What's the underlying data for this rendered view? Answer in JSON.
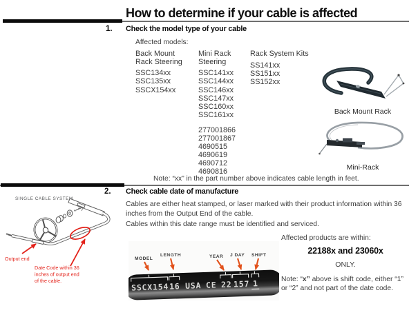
{
  "page": {
    "title": "How to determine if your cable is affected"
  },
  "colors": {
    "annotation_red": "#e32119",
    "arrow_orange": "#e2511b",
    "ink": "#0e0e0e",
    "body_text": "#3d3d3d"
  },
  "section1": {
    "number": "1.",
    "heading": "Check the model type of your cable",
    "intro": "Affected models:",
    "columns": [
      {
        "header1": "Back Mount",
        "header2": "Rack Steering",
        "items": [
          "SSC134xx",
          "SSC135xx",
          "SSCX154xx"
        ]
      },
      {
        "header1": "Mini Rack",
        "header2": "Steering",
        "items": [
          "SSC141xx",
          "SSC144xx",
          "SSC146xx",
          "SSC147xx",
          "SSC160xx",
          "SSC161xx"
        ]
      },
      {
        "header1": "Rack System Kits",
        "header2": "",
        "items": [
          "SS141xx",
          "SS151xx",
          "SS152xx"
        ]
      }
    ],
    "part_numbers": [
      "277001866",
      "277001867",
      "4690515",
      "4690619",
      "4690712",
      "4690816"
    ],
    "photos": [
      {
        "caption": "Back Mount Rack"
      },
      {
        "caption": "Mini-Rack"
      }
    ],
    "note": "Note: “xx” in the part number above indicates cable length in feet."
  },
  "section2": {
    "number": "2.",
    "heading": "Check cable date of manufacture",
    "para1": "Cables are either heat stamped, or laser marked with their product information within 36 inches from the Output End of the cable.",
    "para2": "Cables within this date range must be identified and serviced.",
    "diagram": {
      "title": "SINGLE CABLE SYSTEM",
      "output_label": "Output end",
      "datecode_lines": [
        "Date Code within 36",
        "inches of output end",
        "of the cable."
      ]
    },
    "stamp": {
      "labels": [
        "MODEL",
        "LENGTH",
        "YEAR",
        "J DAY",
        "SHIFT"
      ],
      "model": "SSCX154",
      "length": "16",
      "origin": "USA",
      "ce": "CE",
      "year": "22",
      "jday": "157",
      "shift": "1"
    },
    "affected": {
      "intro": "Affected products are within:",
      "range": "22188x and 23060x",
      "only": "ONLY.",
      "note_pre": "Note: “",
      "note_bold": "x”",
      "note_post": " above is shift code, either “1” or “2” and not part of the date code."
    }
  }
}
